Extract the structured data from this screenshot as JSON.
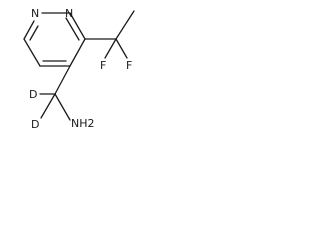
{
  "molecule": {
    "atoms": {
      "n_top": "N",
      "n_left": "N",
      "f_left": "F",
      "f_right": "F",
      "d_top": "D",
      "d_bottom": "D",
      "nh2": "NH2"
    }
  }
}
